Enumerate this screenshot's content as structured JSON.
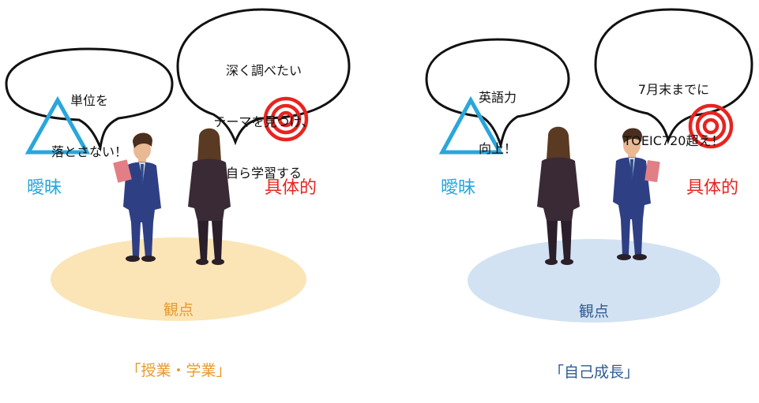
{
  "colors": {
    "vague": "#2aa6dc",
    "concrete": "#e8231f",
    "left_ellipse": "#fbe5b6",
    "right_ellipse": "#d2e2f2",
    "left_perspective_text": "#e69a2e",
    "right_perspective_text": "#2f5b92",
    "suit": "#2f3f84",
    "dark_outfit": "#3a2a35",
    "hair": "#5a3a22"
  },
  "left_panel": {
    "bubble_small": {
      "line1": "単位を",
      "line2": "落とさない！"
    },
    "bubble_large": {
      "line1": "深く調べたい",
      "line2": "テーマを見つけ、",
      "line3": "自ら学習する"
    },
    "vague_label": "曖昧",
    "concrete_label": "具体的",
    "perspective": {
      "line1": "観点",
      "line2": "「授業・学業」"
    }
  },
  "right_panel": {
    "bubble_small": {
      "line1": "英語力",
      "line2": "向上！"
    },
    "bubble_large": {
      "line1": "7月末までに",
      "line2": "TOEIC720超え！"
    },
    "vague_label": "曖昧",
    "concrete_label": "具体的",
    "perspective": {
      "line1": "観点",
      "line2": "「自己成長」"
    }
  }
}
